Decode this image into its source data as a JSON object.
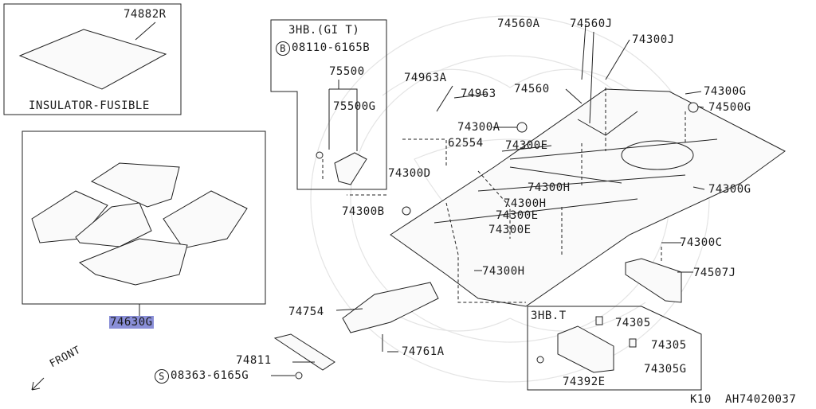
{
  "diagram": {
    "footer_code": "K10",
    "diagram_id": "AH74020037",
    "front_label": "FRONT",
    "boxes": {
      "insulator": {
        "part": "74882R",
        "name": "INSULATOR-FUSIBLE"
      },
      "mats": {
        "part": "74630G"
      },
      "gt_box": {
        "title": "3HB.(GI T)",
        "bolt_prefix": "B",
        "bolt": "08110-6165B",
        "parts": [
          "75500",
          "75500G"
        ]
      },
      "hb_box": {
        "title": "3HB.T",
        "parts": [
          "74305",
          "74305",
          "74305G",
          "74392E"
        ]
      }
    },
    "parts": {
      "p74560A": "74560A",
      "p74560J": "74560J",
      "p74300J": "74300J",
      "p74963A": "74963A",
      "p74963": "74963",
      "p74560": "74560",
      "p74300G_1": "74300G",
      "p74500G": "74500G",
      "p74300A": "74300A",
      "p62554": "62554",
      "p74300E_1": "74300E",
      "p74300D": "74300D",
      "p74300H_1": "74300H",
      "p74300G_2": "74300G",
      "p74300B": "74300B",
      "p74300H_2": "74300H",
      "p74300E_2": "74300E",
      "p74300E_3": "74300E",
      "p74300C": "74300C",
      "p74507J": "74507J",
      "p74300H_3": "74300H",
      "p74754": "74754",
      "p74761A": "74761A",
      "p74811": "74811",
      "screw_prefix": "S",
      "screw": "08363-6165G"
    }
  }
}
